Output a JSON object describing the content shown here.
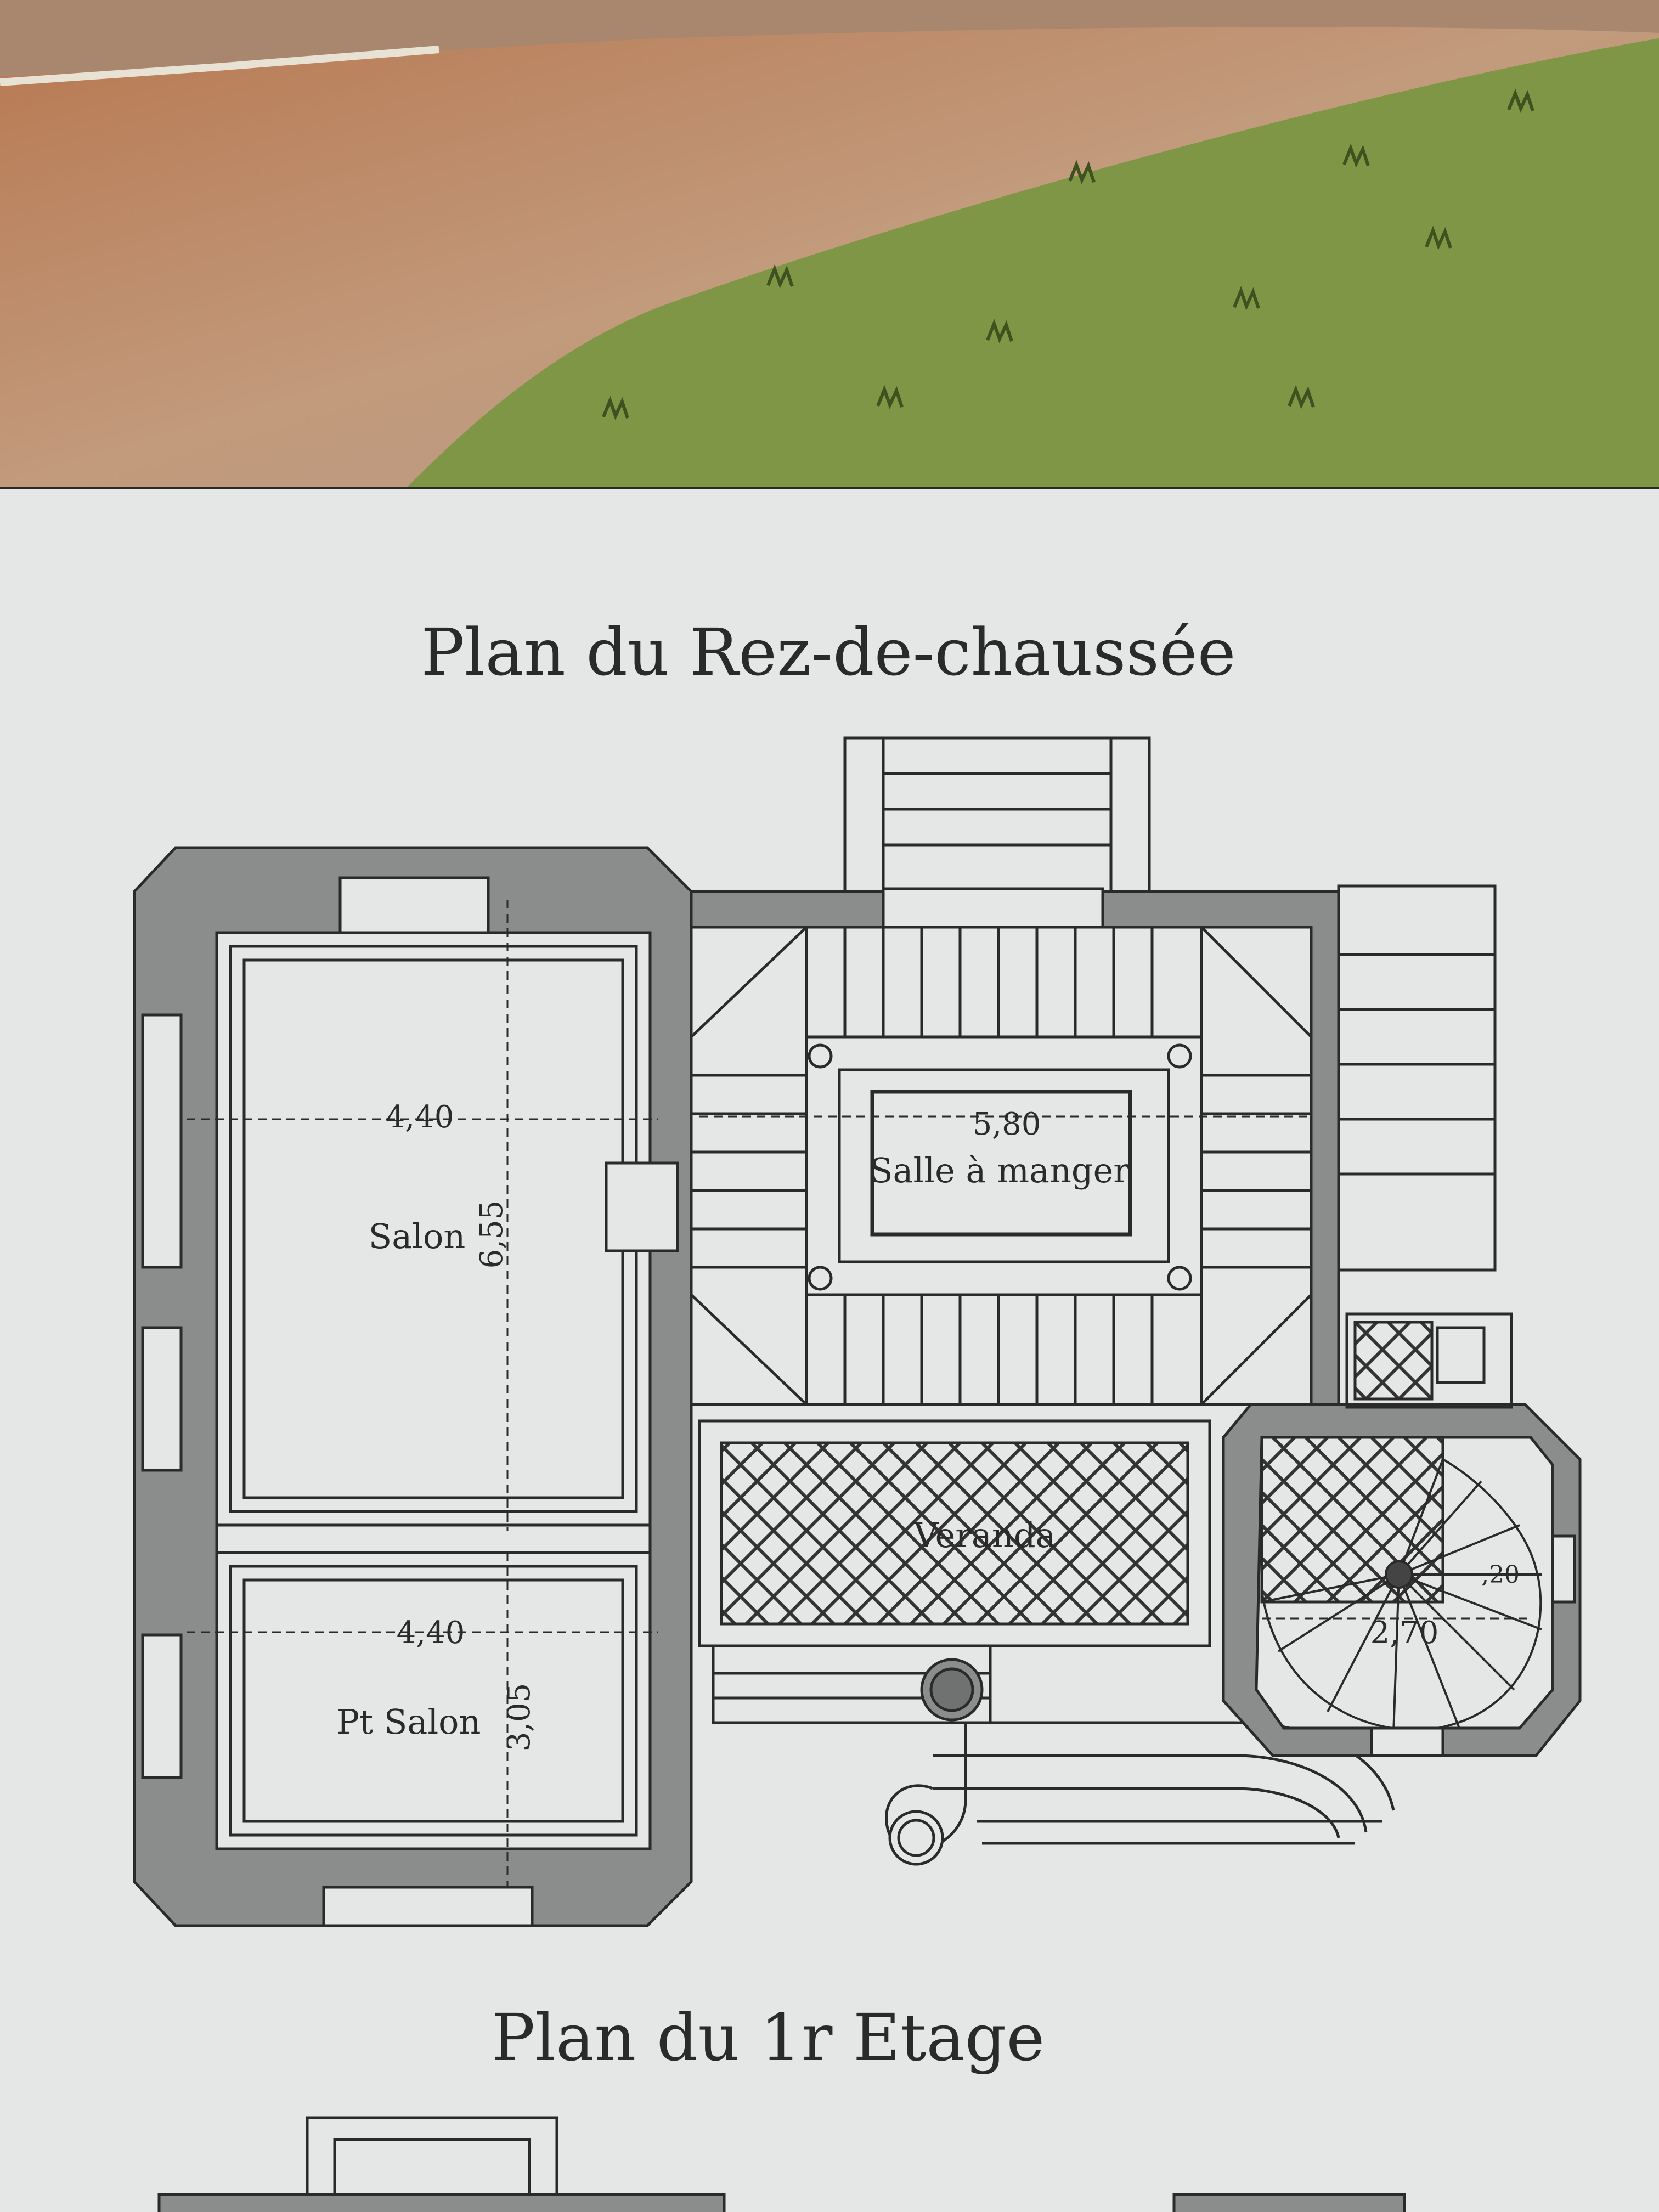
{
  "plan_title": "Plan du Rez-de-chaussée",
  "second_title": "Plan du 1r Etage",
  "rooms": {
    "salon": "Salon",
    "petit_salon": "Pt Salon",
    "salle_a_manger": "Salle à manger",
    "veranda": "Veranda"
  },
  "dimensions": {
    "salon_width": "4,40",
    "salon_depth": "6,55",
    "petit_salon_width": "4,40",
    "petit_salon_depth": "3,05",
    "salle_width": "5,80",
    "stair_width": "2,70",
    "stair_step": ",20"
  },
  "colors": {
    "paper": "#e4e7e6",
    "wall": "#8a8d8c",
    "ink": "#2a2a2a",
    "grass": "#7e9647",
    "path": "#b88866"
  }
}
